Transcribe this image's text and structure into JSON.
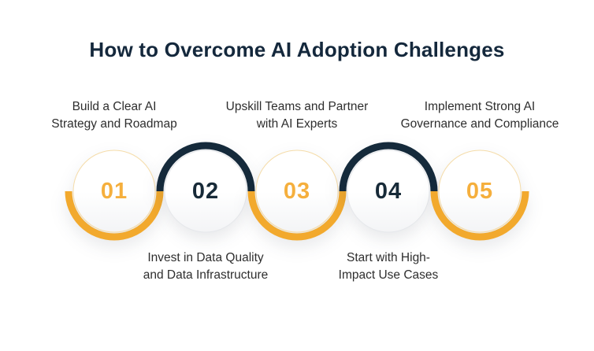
{
  "title": "How to Overcome AI Adoption Challenges",
  "colors": {
    "background": "#FFFFFF",
    "navy": "#152A3B",
    "yellow_arc": "#F2A92D",
    "yellow_number": "#F5AF3D",
    "title_text": "#14283C",
    "label_text": "#2E2E2E"
  },
  "steps": [
    {
      "number": "01",
      "accent": "yellow",
      "label_position": "top",
      "label": "Build a Clear AI Strategy and Roadmap",
      "label_line1": "Build a Clear AI",
      "label_line2": "Strategy and Roadmap"
    },
    {
      "number": "02",
      "accent": "navy",
      "label_position": "bottom",
      "label": "Invest in Data Quality and Data Infrastructure",
      "label_line1": "Invest in Data Quality",
      "label_line2": "and Data Infrastructure"
    },
    {
      "number": "03",
      "accent": "yellow",
      "label_position": "top",
      "label": "Upskill Teams and Partner with AI Experts",
      "label_line1": "Upskill Teams and Partner",
      "label_line2": "with AI Experts"
    },
    {
      "number": "04",
      "accent": "navy",
      "label_position": "bottom",
      "label": "Start with High-Impact Use Cases",
      "label_line1": "Start with High-",
      "label_line2": "Impact Use Cases"
    },
    {
      "number": "05",
      "accent": "yellow",
      "label_position": "top",
      "label": "Implement Strong AI Governance and Compliance",
      "label_line1": "Implement Strong AI",
      "label_line2": "Governance and Compliance"
    }
  ]
}
